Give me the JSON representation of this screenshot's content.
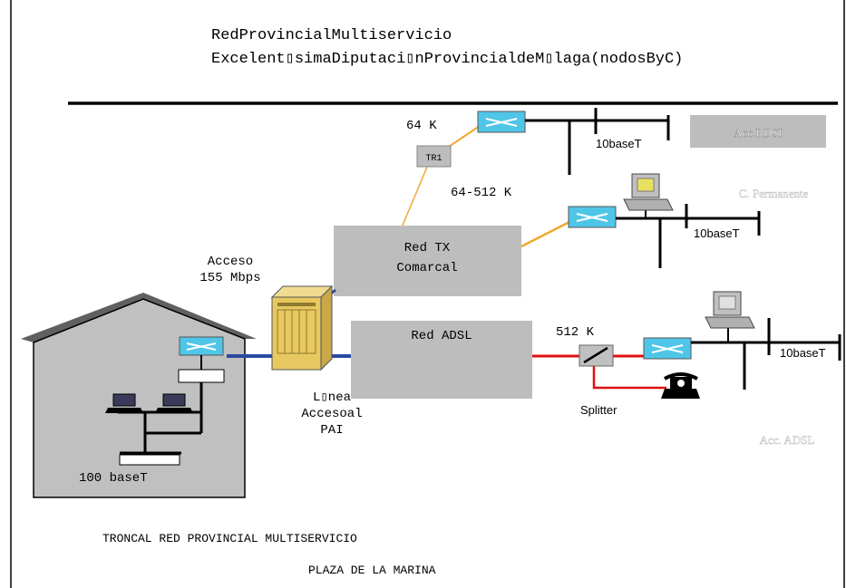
{
  "header": {
    "title": "RedProvincialMultiservicio",
    "subtitle": "Excelent▯simaDiputaci▯nProvincialdeM▯laga(nodosByC)"
  },
  "labels": {
    "speed_64k": "64 K",
    "tr1": "TR1",
    "speed_64_512k": "64-512 K",
    "speed_512k": "512 K",
    "acceso_line1": "Acceso",
    "acceso_line2": "155 Mbps",
    "red_tx_line1": "Red TX",
    "red_tx_line2": "Comarcal",
    "red_adsl": "Red ADSL",
    "linea_line1": "L▯nea",
    "linea_line2": "Accesoal",
    "linea_line3": "PAI",
    "splitter": "Splitter",
    "lan_rdsi": "10baseT",
    "lan_permanente": "10baseT",
    "lan_adsl": "10baseT",
    "lan_building": "100 baseT",
    "acc_rdsi": "Acc.RDSI",
    "c_permanente": "C. Permanente",
    "acc_adsl": "Acc. ADSL"
  },
  "footer": {
    "troncal": "TRONCAL RED PROVINCIAL MULTISERVICIO",
    "plaza": "PLAZA DE LA MARINA"
  },
  "colors": {
    "backbone": "#000000",
    "orange_link": "#f0a830",
    "blue_link": "#2a4aa0",
    "red_link": "#e01010",
    "box_gray": "#bdbdbd",
    "building_gray": "#c0c0c0",
    "router_cyan": "#4fc6e8",
    "faded_text": "#c8c8c8",
    "switch_gold": "#e8c860"
  }
}
